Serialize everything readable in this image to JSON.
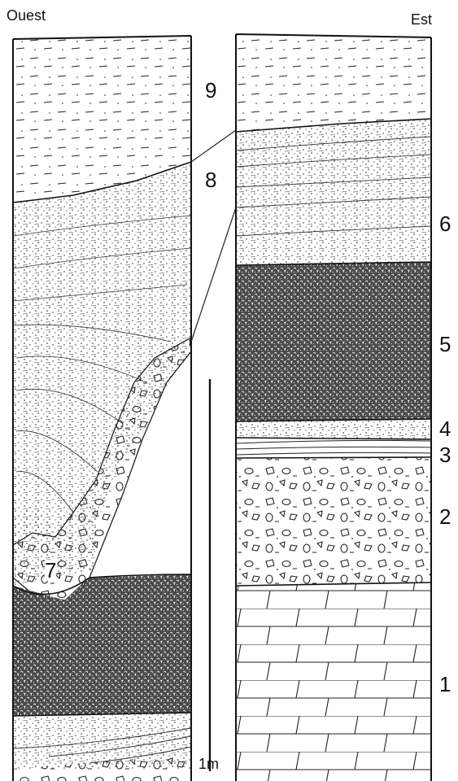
{
  "header": {
    "left_label": "Ouest",
    "right_label": "Est"
  },
  "west_column": {
    "layer_labels": [
      "9",
      "8",
      "7"
    ]
  },
  "east_column": {
    "layer_labels": [
      "6",
      "5",
      "4",
      "3",
      "2",
      "1"
    ]
  },
  "scale_bar": {
    "label": "1m"
  },
  "colors": {
    "ink": "#111111",
    "background": "#ffffff",
    "dense_fill": "#3a3a3a"
  }
}
